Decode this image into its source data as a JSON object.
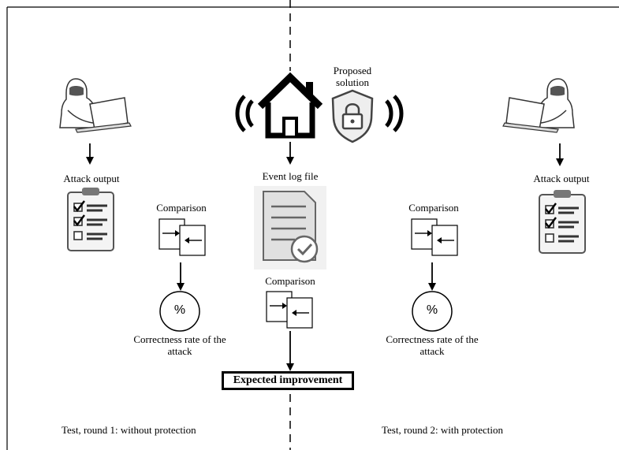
{
  "diagram": {
    "top_labels": {
      "proposed_solution": "Proposed solution",
      "event_log_file": "Event log file"
    },
    "left": {
      "attack_output": "Attack output",
      "comparison": "Comparison",
      "percent_symbol": "%",
      "correctness_rate": "Correctness rate of the attack",
      "footer": "Test, round 1: without protection"
    },
    "center": {
      "comparison": "Comparison",
      "expected_improvement": "Expected improvement"
    },
    "right": {
      "attack_output": "Attack output",
      "comparison": "Comparison",
      "percent_symbol": "%",
      "correctness_rate": "Correctness rate of the attack",
      "footer": "Test, round 2: with protection"
    },
    "icons": [
      "hacker-icon",
      "house-icon",
      "wifi-waves-icon",
      "shield-lock-icon",
      "document-check-icon",
      "clipboard-checklist-icon",
      "comparison-docs-icon",
      "percent-circle-icon"
    ]
  }
}
